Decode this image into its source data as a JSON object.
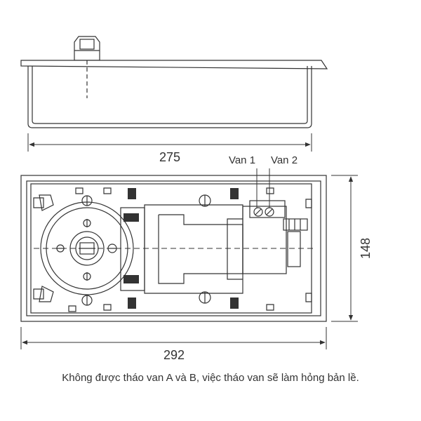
{
  "dimensions": {
    "top_width": "275",
    "bottom_width": "292",
    "height": "148"
  },
  "labels": {
    "valve_1": "Van 1",
    "valve_2": "Van 2"
  },
  "caption": "Không được tháo van A và B, việc tháo van sẽ làm hỏng bản lề."
}
